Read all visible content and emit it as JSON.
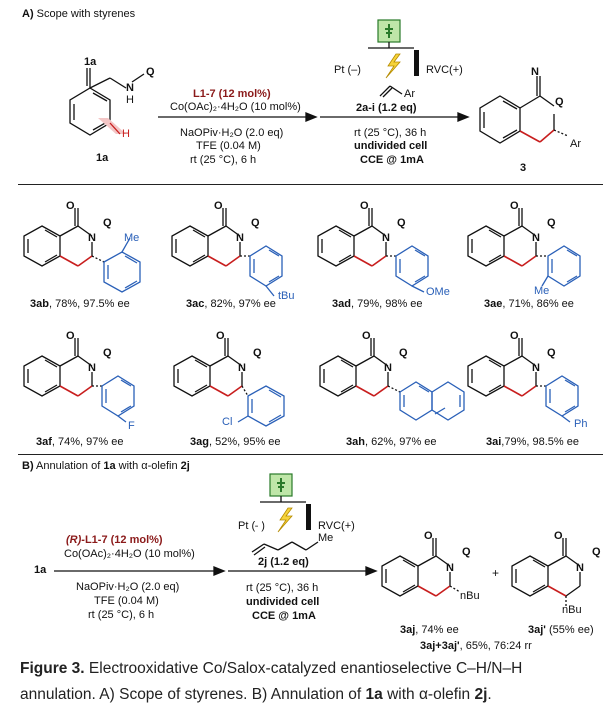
{
  "partA": {
    "label_letter": "A)",
    "label_text": " Scope with styrenes",
    "substrate_label": "1a",
    "H": "H",
    "N": "N",
    "H_nh": "H",
    "Q": "Q",
    "step1": {
      "catalyst": "L1-7 (12 mol%)",
      "reagents": [
        "Co(OAc)₂·4H₂O (10 mol%)",
        "NaOPiv·H₂O (2.0 eq)",
        "TFE (0.04 M)",
        "rt (25 °C), 6 h"
      ]
    },
    "step2": {
      "anode": "Pt (–)",
      "cathode": "RVC(+)",
      "alkene_ar": "Ar",
      "reagent": "2a-i (1.2 eq)",
      "conditions": [
        "rt (25 °C), 36 h",
        "undivided cell",
        "CCE @ 1mA"
      ]
    },
    "product_label": "3",
    "product_ar": "Ar"
  },
  "products": [
    {
      "code": "3ab",
      "rest": ", 78%, 97.5% ee",
      "substituent": "Me"
    },
    {
      "code": "3ac",
      "rest": ", 82%, 97% ee",
      "substituent": "tBu"
    },
    {
      "code": "3ad",
      "rest": ", 79%, 98% ee",
      "substituent": "OMe"
    },
    {
      "code": "3ae",
      "rest": ", 71%, 86% ee",
      "substituent": "Me"
    },
    {
      "code": "3af",
      "rest": ", 74%, 97% ee",
      "substituent": "F"
    },
    {
      "code": "3ag",
      "rest": ", 52%, 95% ee",
      "substituent": "Cl"
    },
    {
      "code": "3ah",
      "rest": ", 62%, 97% ee",
      "substituent": "naphthyl"
    },
    {
      "code": "3ai",
      "rest": ",79%, 98.5% ee",
      "substituent": "Ph"
    }
  ],
  "partB": {
    "label_letter": "B)",
    "label_text": " Annulation of ",
    "label_1a": "1a",
    "label_with": " with α-olefin ",
    "label_2j": "2j",
    "start": "1a",
    "catalyst_prefix": "(R)-",
    "catalyst": "L1-7 (12 mol%)",
    "reagents": [
      "Co(OAc)₂·4H₂O (10 mol%)",
      "NaOPiv·H₂O (2.0 eq)",
      "TFE (0.04 M)",
      "rt (25 °C), 6 h"
    ],
    "anode": "Pt (–)",
    "cathode": "RVC(+)",
    "olefin_me": "Me",
    "reagent": "2j (1.2 eq)",
    "conditions": [
      "rt (25 °C), 36 h",
      "undivided cell",
      "CCE @ 1mA"
    ],
    "plus": "+",
    "product1": {
      "code": "3aj",
      "rest": ", 74% ee",
      "sub": "nBu"
    },
    "product2": {
      "code": "3aj'",
      "rest": " (55% ee)",
      "sub": "nBu"
    },
    "combined_code": "3aj+3aj'",
    "combined_rest": ", 65%, 76:24 rr"
  },
  "caption": {
    "fig": "Figure 3.",
    "text1": " Electrooxidative Co/Salox-catalyzed enantioselective C–H/N–H annulation. A) Scope of styrenes. B) Annulation of ",
    "b1": "1a",
    "text2": " with α-olefin ",
    "b2": "2j",
    "text3": "."
  }
}
